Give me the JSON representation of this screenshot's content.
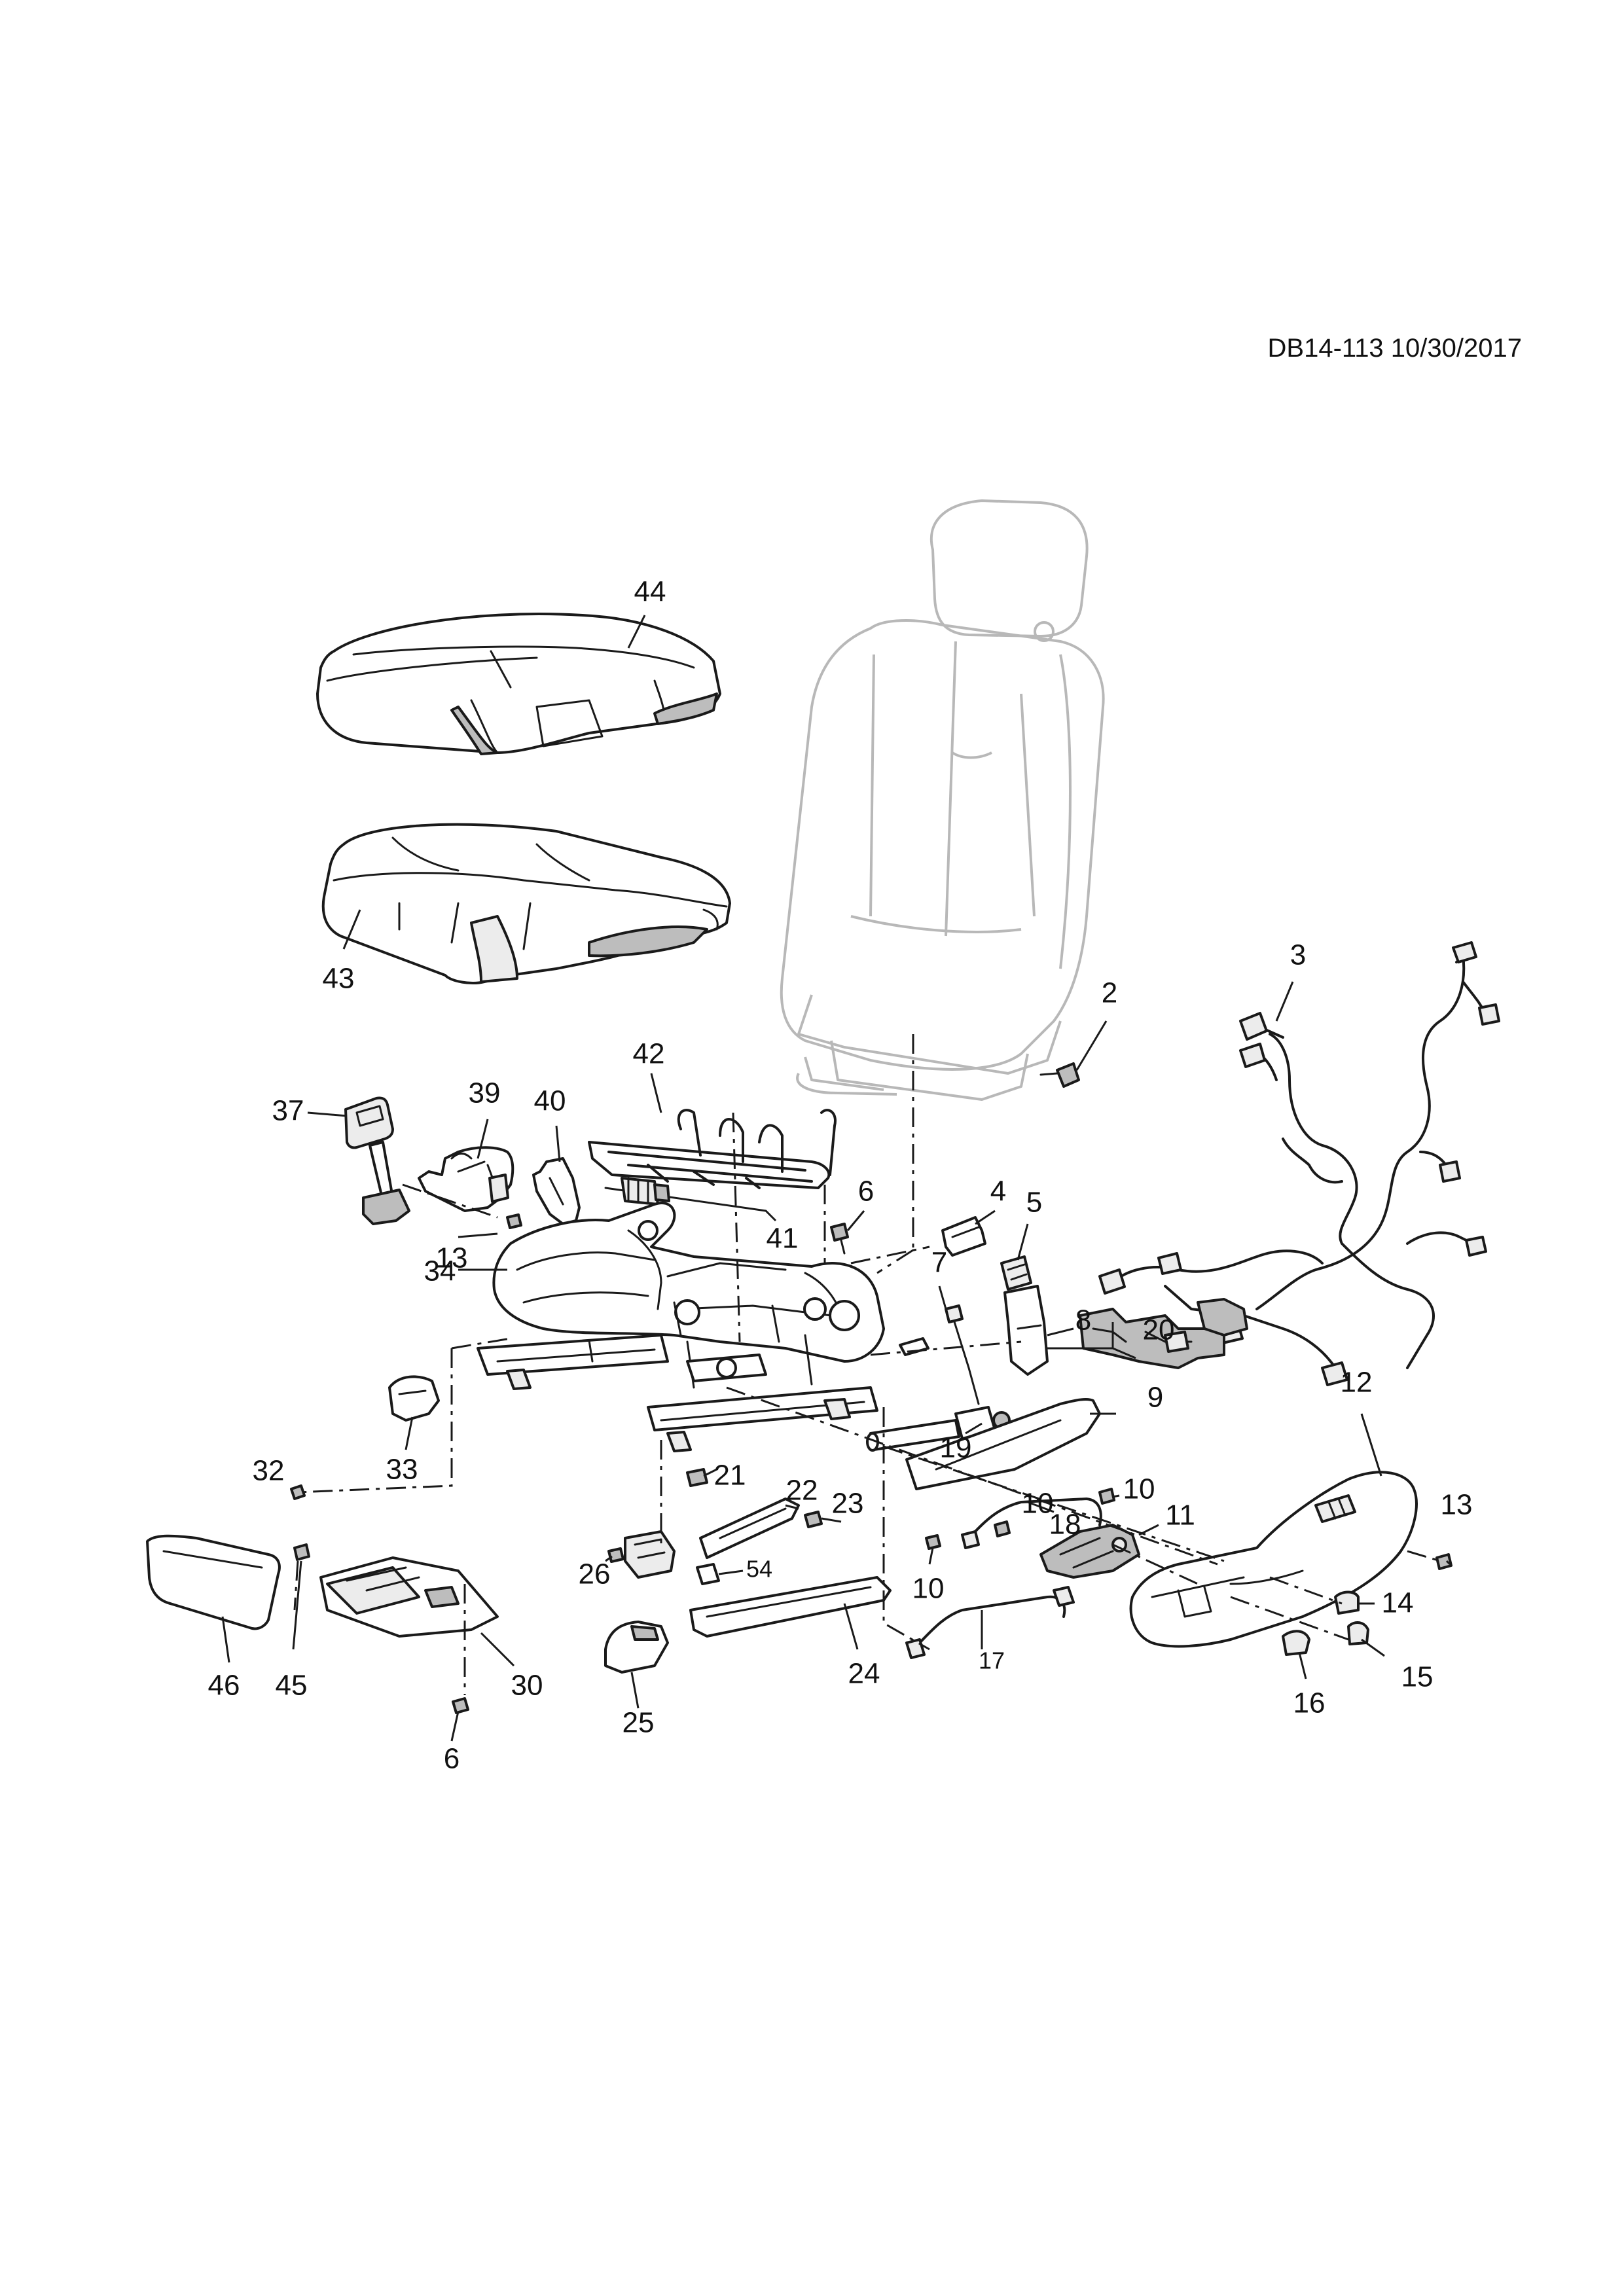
{
  "document_id": "DB14-113 10/30/2017",
  "callouts": [
    {
      "id": "c44",
      "label": "44"
    },
    {
      "id": "c43",
      "label": "43"
    },
    {
      "id": "c2",
      "label": "2"
    },
    {
      "id": "c3",
      "label": "3"
    },
    {
      "id": "c42",
      "label": "42"
    },
    {
      "id": "c39",
      "label": "39"
    },
    {
      "id": "c37",
      "label": "37"
    },
    {
      "id": "c40",
      "label": "40"
    },
    {
      "id": "c41",
      "label": "41"
    },
    {
      "id": "c6a",
      "label": "6"
    },
    {
      "id": "c4",
      "label": "4"
    },
    {
      "id": "c5",
      "label": "5"
    },
    {
      "id": "c13a",
      "label": "13"
    },
    {
      "id": "c34",
      "label": "34"
    },
    {
      "id": "c7",
      "label": "7"
    },
    {
      "id": "c8",
      "label": "8"
    },
    {
      "id": "c20",
      "label": "20"
    },
    {
      "id": "c9",
      "label": "9"
    },
    {
      "id": "c12",
      "label": "12"
    },
    {
      "id": "c33",
      "label": "33"
    },
    {
      "id": "c32",
      "label": "32"
    },
    {
      "id": "c19",
      "label": "19"
    },
    {
      "id": "c21",
      "label": "21"
    },
    {
      "id": "c22",
      "label": "22"
    },
    {
      "id": "c23",
      "label": "23"
    },
    {
      "id": "c10a",
      "label": "10"
    },
    {
      "id": "c10b",
      "label": "10"
    },
    {
      "id": "c18",
      "label": "18"
    },
    {
      "id": "c11",
      "label": "11"
    },
    {
      "id": "c13b",
      "label": "13"
    },
    {
      "id": "c26",
      "label": "26"
    },
    {
      "id": "c54",
      "label": "54"
    },
    {
      "id": "c10c",
      "label": "10"
    },
    {
      "id": "c14",
      "label": "14"
    },
    {
      "id": "c46",
      "label": "46"
    },
    {
      "id": "c45",
      "label": "45"
    },
    {
      "id": "c30",
      "label": "30"
    },
    {
      "id": "c24",
      "label": "24"
    },
    {
      "id": "c17",
      "label": "17"
    },
    {
      "id": "c15",
      "label": "15"
    },
    {
      "id": "c16",
      "label": "16"
    },
    {
      "id": "c25",
      "label": "25"
    },
    {
      "id": "c6b",
      "label": "6"
    }
  ]
}
